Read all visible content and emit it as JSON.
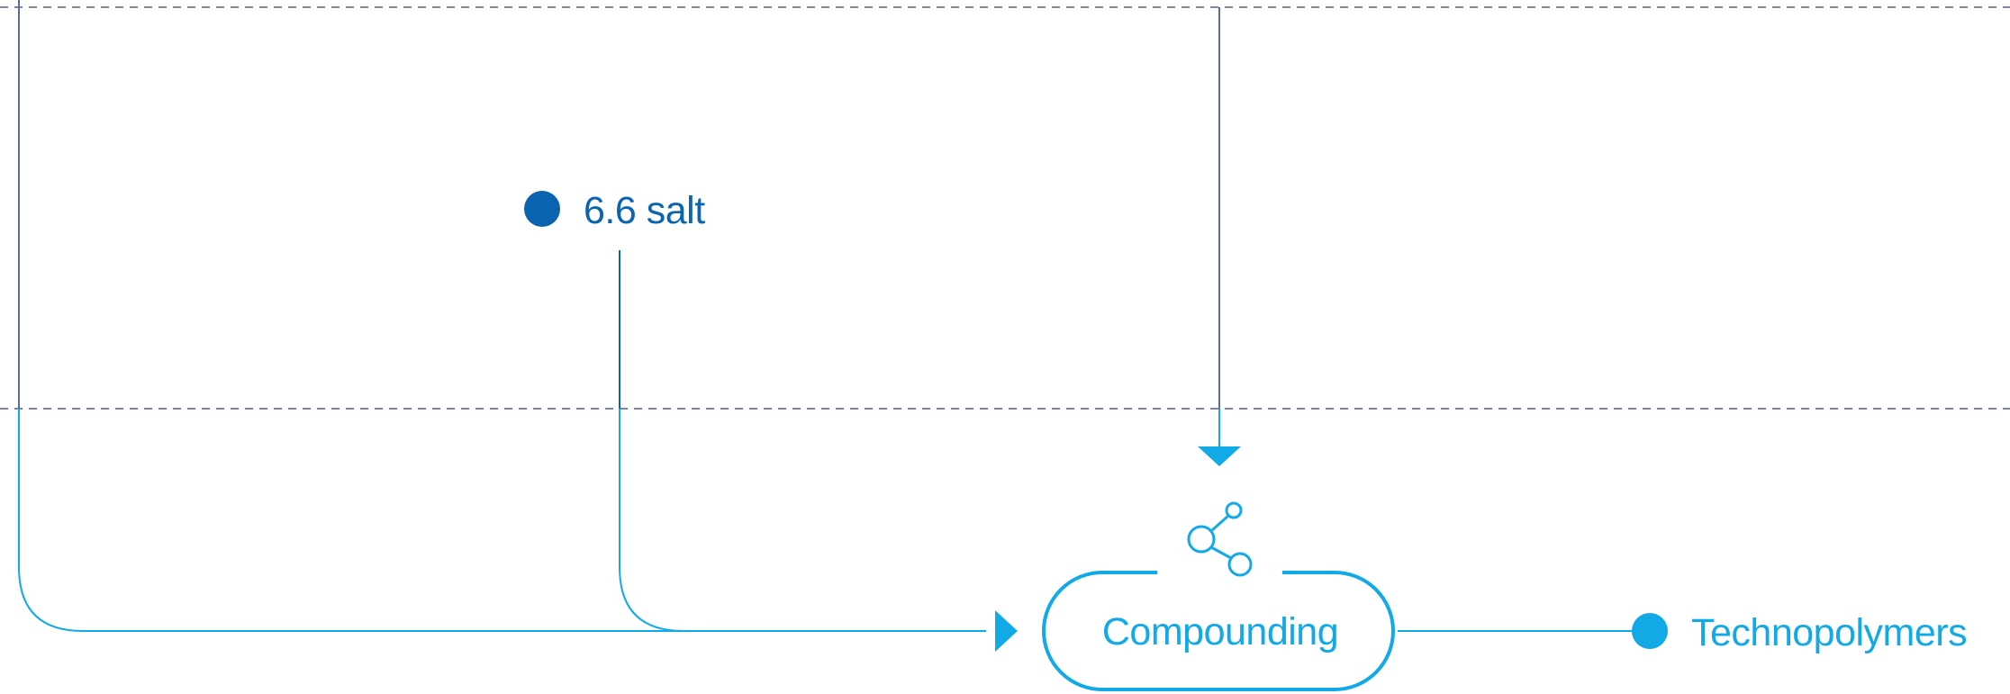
{
  "colors": {
    "dark_blue": "#0a64b0",
    "light_blue": "#12aae6",
    "dashed_line": "#7b84a6",
    "background": "#ffffff"
  },
  "nodes": {
    "salt": {
      "label": "6.6 salt",
      "dot_color": "#0a64b0"
    },
    "compounding": {
      "label": "Compounding",
      "icon": "molecule-icon"
    },
    "technopolymers": {
      "label": "Technopolymers",
      "dot_color": "#12aae6"
    }
  }
}
